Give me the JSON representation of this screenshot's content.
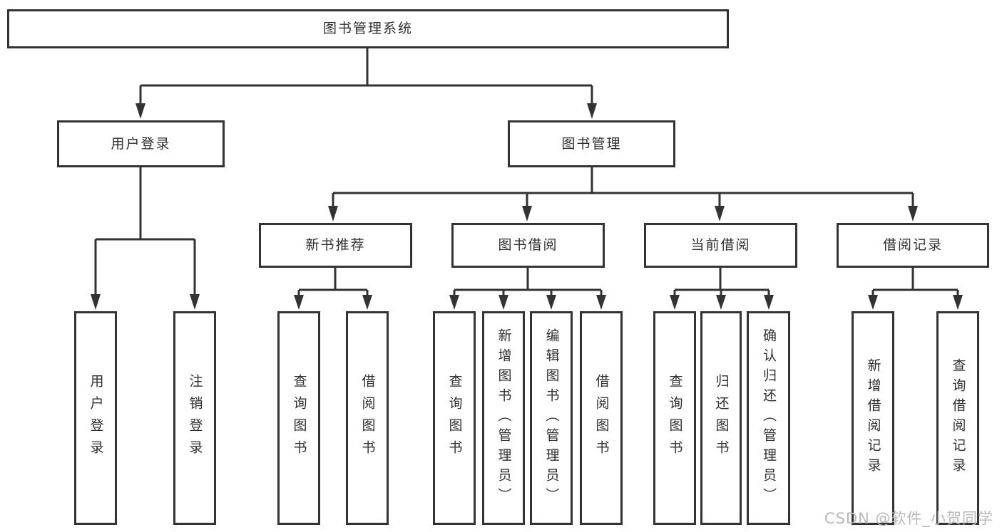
{
  "tree": {
    "label": "图书管理系统",
    "children": [
      {
        "label": "用户登录",
        "children": [
          {
            "label": "用户登录"
          },
          {
            "label": "注销登录"
          }
        ]
      },
      {
        "label": "图书管理",
        "children": [
          {
            "label": "新书推荐",
            "children": [
              {
                "label": "查询图书"
              },
              {
                "label": "借阅图书"
              }
            ]
          },
          {
            "label": "图书借阅",
            "children": [
              {
                "label": "查询图书"
              },
              {
                "label": "新增图书（管理员）"
              },
              {
                "label": "编辑图书（管理员）"
              },
              {
                "label": "借阅图书"
              }
            ]
          },
          {
            "label": "当前借阅",
            "children": [
              {
                "label": "查询图书"
              },
              {
                "label": "归还图书"
              },
              {
                "label": "确认归还（管理员）"
              }
            ]
          },
          {
            "label": "借阅记录",
            "children": [
              {
                "label": "新增借阅记录"
              },
              {
                "label": "查询借阅记录"
              }
            ]
          }
        ]
      }
    ]
  },
  "watermark": {
    "text": "CSDN @软件_小贺同学"
  },
  "colors": {
    "line": "#333333",
    "box_border": "#333333",
    "text": "#2f2f2f",
    "watermark": "#b9b9b9",
    "background": "#ffffff"
  }
}
